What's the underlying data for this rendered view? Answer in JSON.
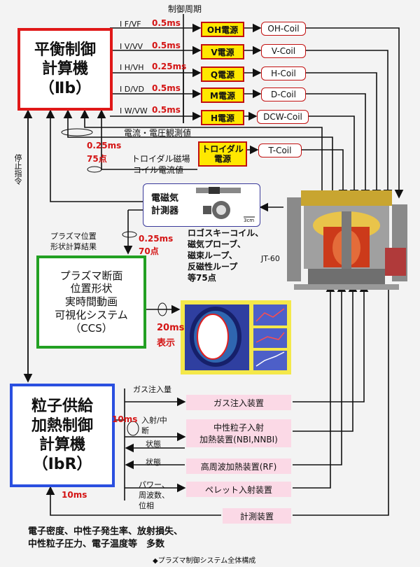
{
  "colors": {
    "red": "#e01818",
    "green": "#22a022",
    "blue": "#2a4fe0",
    "yellow": "#ffe800",
    "pink": "#fbd9e6"
  },
  "equilibrium": {
    "line1": "平衡制御",
    "line2": "計算機",
    "line3": "（Ⅱb）"
  },
  "ccs": {
    "line1": "プラズマ断面",
    "line2": "位置形状",
    "line3": "実時間動画",
    "line4": "可視化システム",
    "line5": "（CCS）"
  },
  "particle": {
    "line1": "粒子供給",
    "line2": "加熱制御",
    "line3": "計算機",
    "line4": "（ⅠbR）"
  },
  "cycle_label": "制御周期",
  "signals": [
    {
      "label": "I F/VF",
      "period": "0.5ms",
      "psu": "OH電源",
      "coil": "OH-Coil"
    },
    {
      "label": "I V/VV",
      "period": "0.5ms",
      "psu": "V電源",
      "coil": "V-Coil"
    },
    {
      "label": "I H/VH",
      "period": "0.25ms",
      "psu": "Q電源",
      "coil": "H-Coil"
    },
    {
      "label": "I D/VD",
      "period": "0.5ms",
      "psu": "M電源",
      "coil": "D-Coil"
    },
    {
      "label": "I W/VW",
      "period": "0.5ms",
      "psu": "H電源",
      "coil": "DCW-Coil"
    }
  ],
  "current_voltage": "電流・電圧観測値",
  "rate1": {
    "period": "0.25ms",
    "points": "75点"
  },
  "toroidal": {
    "label1": "トロイダル磁場",
    "label2": "コイル電流値",
    "psu1": "トロイダル",
    "psu2": "電源",
    "coil": "T-Coil"
  },
  "stop_cmd": "停止指令",
  "em": {
    "line1": "電磁気",
    "line2": "計測器",
    "scale": "3cm"
  },
  "plasma_result": {
    "line1": "プラズマ位置",
    "line2": "形状計算結果"
  },
  "rate2": {
    "period": "0.25ms",
    "points": "70点"
  },
  "sensors": {
    "line1": "ロゴスキーコイル、",
    "line2": "磁気プローブ、",
    "line3": "磁束ループ、",
    "line4": "反磁性ループ",
    "line5": "等75点"
  },
  "machine": "JT-60",
  "display": {
    "period": "20ms",
    "label": "表示"
  },
  "gas_qty": "ガス注入量",
  "rate3": "10ms",
  "inject_stop": {
    "line1": "入射/中",
    "line2": "断"
  },
  "state1": "状態",
  "state2": "状態",
  "power": {
    "line1": "パワー、",
    "line2": "周波数、",
    "line3": "位相"
  },
  "devices": {
    "gas": "ガス注入装置",
    "nbi1": "中性粒子入射",
    "nbi2": "加熱装置(NBI,NNBI)",
    "rf": "高周波加熱装置(RF)",
    "pellet": "ペレット入射装置",
    "meas": "計測装置"
  },
  "rate4": "10ms",
  "bottom": {
    "line1": "電子密度、中性子発生率、放射損失、",
    "line2": "中性粒子圧力、電子温度等　多数"
  },
  "caption": "◆プラズマ制御システム全体構成"
}
